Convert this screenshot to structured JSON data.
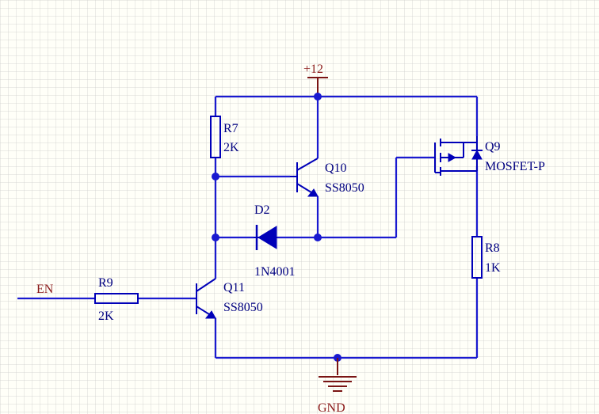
{
  "power": {
    "vcc": "+12",
    "ground": "GND"
  },
  "nets": {
    "enable": "EN"
  },
  "components": {
    "r7": {
      "ref": "R7",
      "value": "2K"
    },
    "r8": {
      "ref": "R8",
      "value": "1K"
    },
    "r9": {
      "ref": "R9",
      "value": "2K"
    },
    "q9": {
      "ref": "Q9",
      "value": "MOSFET-P"
    },
    "q10": {
      "ref": "Q10",
      "value": "SS8050"
    },
    "q11": {
      "ref": "Q11",
      "value": "SS8050"
    },
    "d2": {
      "ref": "D2",
      "value": "1N4001"
    }
  },
  "colors": {
    "wire": "#1a1ad0",
    "symbol": "#0000b8",
    "label": "#000080",
    "net_label": "#8b1a1a",
    "background": "#fffff8"
  }
}
